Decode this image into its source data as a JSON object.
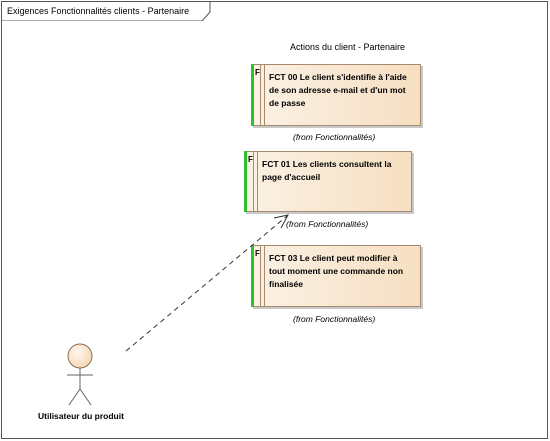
{
  "frame": {
    "title": "Exigences  Fonctionnalités clients - Partenaire"
  },
  "group": {
    "title": "Actions du client - Partenaire"
  },
  "requirements": [
    {
      "flag": "F",
      "text": "FCT 00 Le client s'identifie à l'aide de son adresse e-mail et d'un mot de passe",
      "from": "(from Fonctionnalités)"
    },
    {
      "flag": "F",
      "text": "FCT 01 Les clients consultent la page d'accueil",
      "from": "(from Fonctionnalités)"
    },
    {
      "flag": "F",
      "text": "FCT 03 Le client peut modifier à tout moment une commande non finalisée",
      "from": "(from Fonctionnalités)"
    }
  ],
  "actor": {
    "name": "Utilisateur du produit"
  },
  "colors": {
    "req_fill": "#f6dfc2",
    "req_border": "#a88b6e",
    "req_bar": "#2fc02f"
  }
}
